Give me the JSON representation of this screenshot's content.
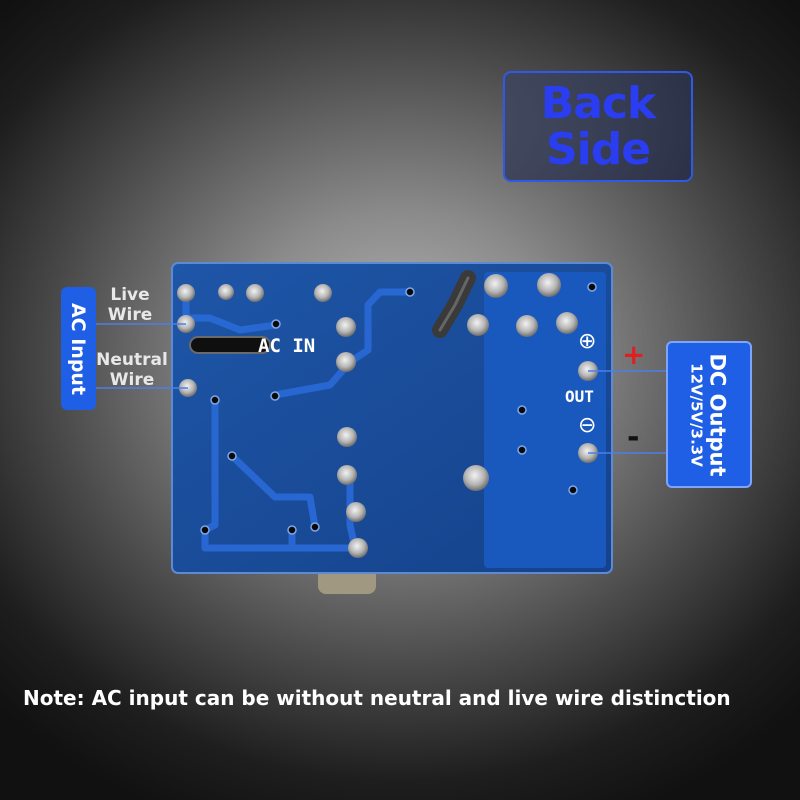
{
  "badge": {
    "line1": "Back",
    "line2": "Side"
  },
  "ac_input": {
    "tab_label": "AC Input",
    "live": {
      "line1": "Live",
      "line2": "Wire"
    },
    "neutral": {
      "line1": "Neutral",
      "line2": "Wire"
    }
  },
  "board": {
    "ac_in_label": "AC IN",
    "out_label": "OUT",
    "plus_symbol": "⊕",
    "minus_symbol": "⊖"
  },
  "dc_output": {
    "tab_label": "DC Output",
    "voltages": "12V/5V/3.3V",
    "plus": "+",
    "minus": "-"
  },
  "note": "Note: AC input can be without neutral and live wire distinction",
  "colors": {
    "pcb": "#1b4f9e",
    "tab": "#1f5fe6",
    "badge_text": "#2a3df0",
    "plus": "#e02020",
    "minus": "#111111"
  }
}
